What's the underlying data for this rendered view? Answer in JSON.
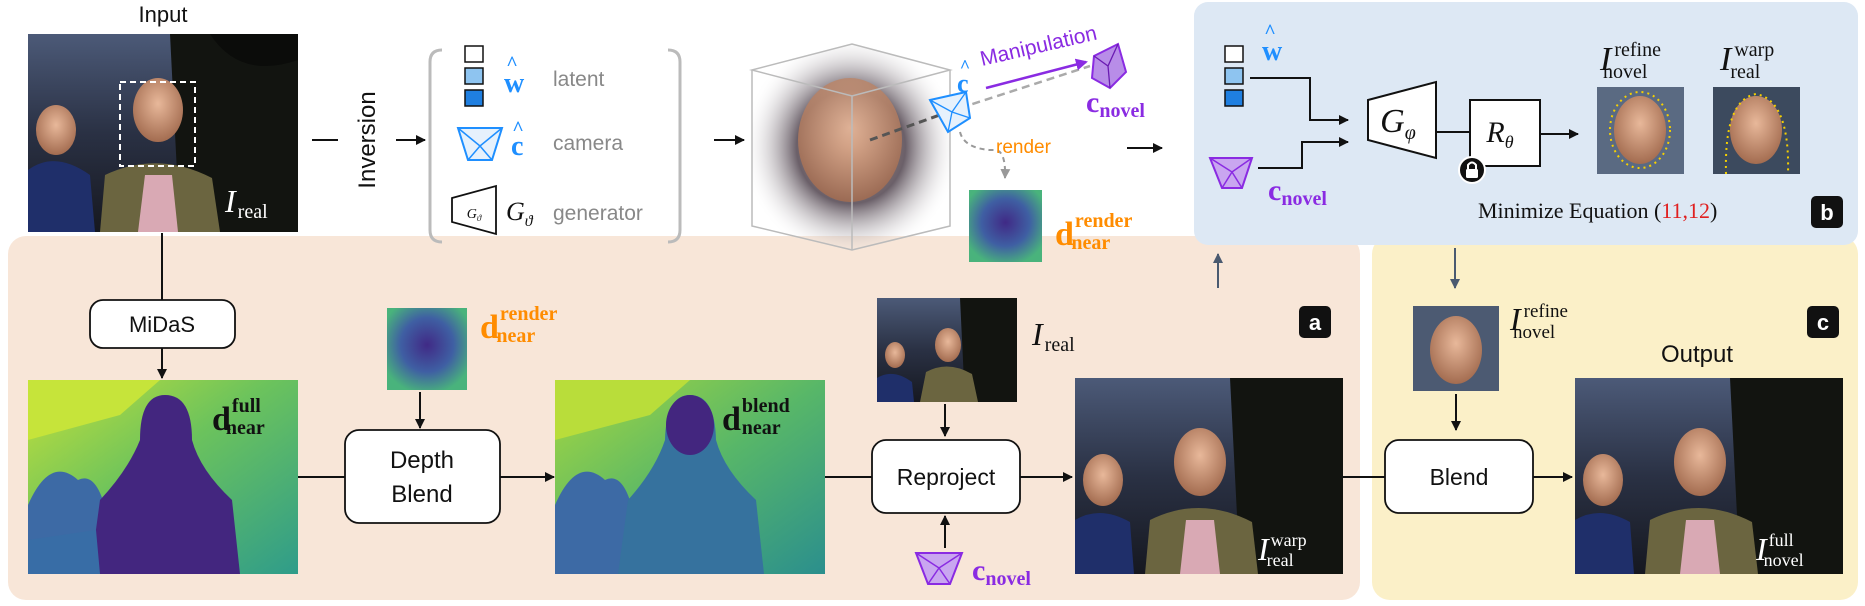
{
  "labels": {
    "input": "Input",
    "output": "Output",
    "inversion": "Inversion",
    "manipulation": "Manipulation",
    "render": "render",
    "latent": "latent",
    "camera": "camera",
    "generator": "generator",
    "midas": "MiDaS",
    "depth_blend_1": "Depth",
    "depth_blend_2": "Blend",
    "reproject": "Reproject",
    "blend": "Blend",
    "minimize_prefix": "Minimize Equation (",
    "minimize_eq": "11,12",
    "minimize_suffix": ")"
  },
  "badges": {
    "a": "a",
    "b": "b",
    "c": "c"
  },
  "symbols": {
    "w_hat": "w",
    "c_hat": "c",
    "hat": "^",
    "c": "c",
    "d": "d",
    "I": "I",
    "G": "G",
    "R": "R",
    "sub_g": "ϑ",
    "sub_phi": "φ",
    "sub_theta": "θ",
    "sub_novel": "novel",
    "sub_near": "near",
    "sub_real": "real",
    "sup_render": "render",
    "sup_full": "full",
    "sup_blend": "blend",
    "sup_warp": "warp",
    "sup_refine": "refine"
  },
  "colors": {
    "orange_panel": "#f8e6d8",
    "yellow_panel": "#fbf0c8",
    "blue_panel": "#dde8f4",
    "blue_accent": "#1f8fff",
    "purple_accent": "#8a2be2",
    "orange_accent": "#ff8c00",
    "red_accent": "#e02020"
  }
}
